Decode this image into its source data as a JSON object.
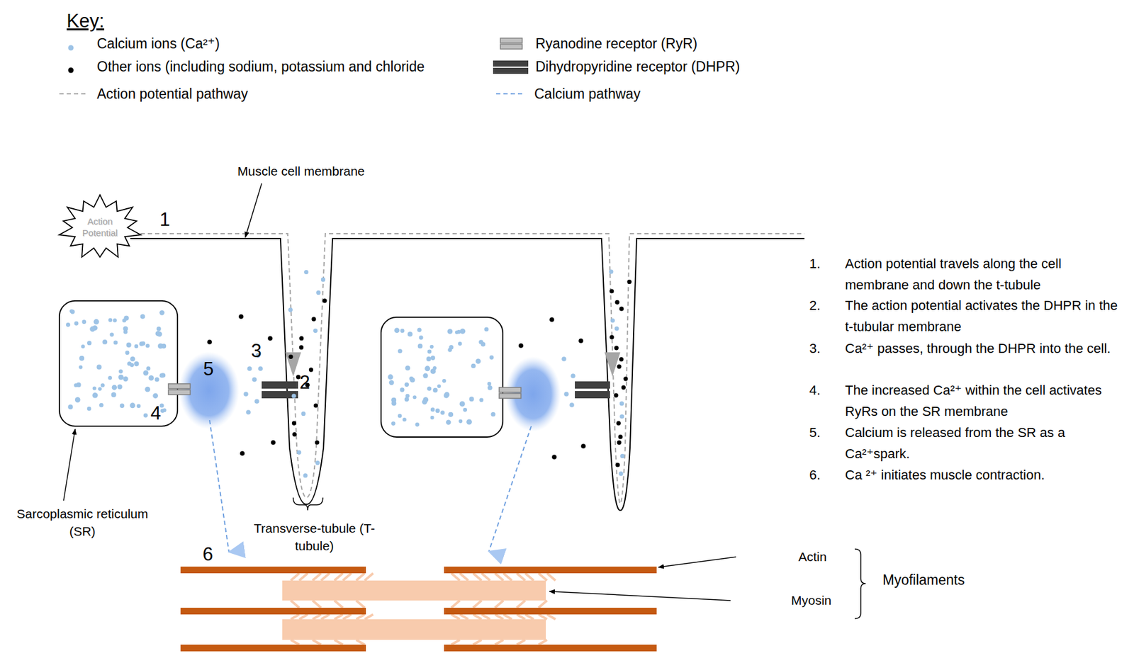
{
  "diagram": {
    "nodes": [
      {
        "text": [
          "Action Potential"
        ]
      }
    ],
    "labels": [
      "Key:",
      "Muscle cell membrane",
      "1",
      "3",
      "5",
      "2",
      "4",
      "Sarcoplasmic reticulum (SR)",
      "Transverse-tubule (T- tubule)",
      "6",
      "Actin",
      "Myosin",
      "Myofilaments",
      "1.",
      "Action potential travels along the cell membrane and down the t-tubule",
      "2.",
      "The action potential activates the DHPR in the t-tubular membrane",
      "3.",
      "Ca²⁺ passes, through the DHPR into the cell.",
      "4.",
      "The increased Ca²⁺ within the cell activates RyRs on the SR membrane",
      "5.",
      "Calcium is released from the SR as a Ca²⁺spark.",
      "6.",
      "Ca ²⁺ initiates muscle contraction."
    ],
    "legend": [
      {
        "text": "Calcium ions (Ca²⁺)",
        "color": "#9dc3e6"
      },
      {
        "text": "Other ions (including sodium, potassium and chloride",
        "color": "#000000"
      },
      {
        "text": "Action potential pathway"
      },
      {
        "text": "Ryanodine receptor (RyR)"
      },
      {
        "text": "Dihydropyridine receptor (DHPR)"
      },
      {
        "text": "Calcium pathway"
      }
    ]
  }
}
